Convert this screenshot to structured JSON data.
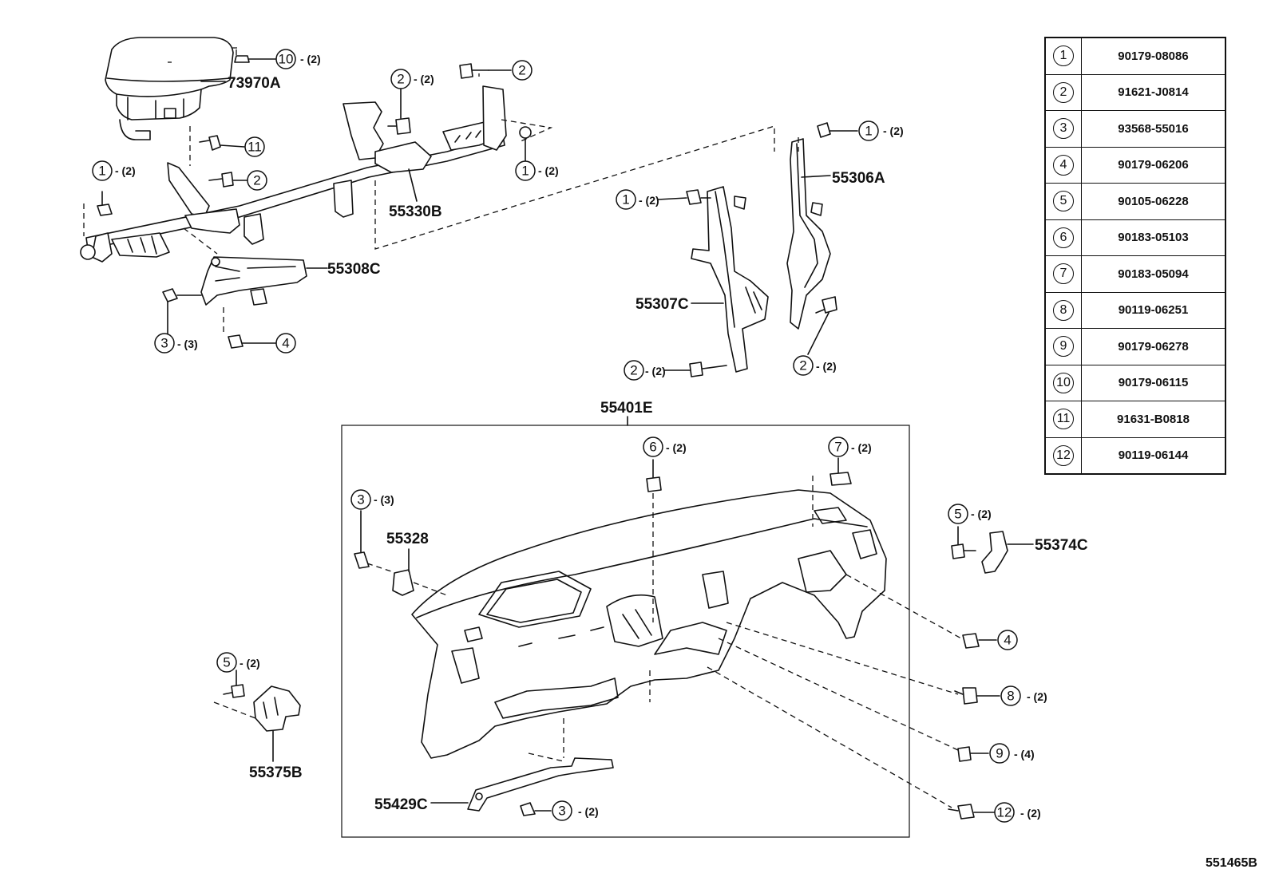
{
  "diagram_ref": "551465B",
  "parts": {
    "p73970A": "73970A",
    "p55330B": "55330B",
    "p55306A": "55306A",
    "p55308C": "55308C",
    "p55307C": "55307C",
    "p55401E": "55401E",
    "p55328": "55328",
    "p55374C": "55374C",
    "p55375B": "55375B",
    "p55429C": "55429C"
  },
  "qty": {
    "q2": "- (2)",
    "q3": "- (3)",
    "q4": "- (4)"
  },
  "callout_numbers": {
    "c1": "1",
    "c2": "2",
    "c3": "3",
    "c4": "4",
    "c5": "5",
    "c6": "6",
    "c7": "7",
    "c8": "8",
    "c9": "9",
    "c10": "10",
    "c11": "11",
    "c12": "12"
  },
  "fastener_table": [
    {
      "key": "1",
      "part_no": "90179-08086"
    },
    {
      "key": "2",
      "part_no": "91621-J0814"
    },
    {
      "key": "3",
      "part_no": "93568-55016"
    },
    {
      "key": "4",
      "part_no": "90179-06206"
    },
    {
      "key": "5",
      "part_no": "90105-06228"
    },
    {
      "key": "6",
      "part_no": "90183-05103"
    },
    {
      "key": "7",
      "part_no": "90183-05094"
    },
    {
      "key": "8",
      "part_no": "90119-06251"
    },
    {
      "key": "9",
      "part_no": "90179-06278"
    },
    {
      "key": "10",
      "part_no": "90179-06115"
    },
    {
      "key": "11",
      "part_no": "91631-B0818"
    },
    {
      "key": "12",
      "part_no": "90119-06144"
    }
  ]
}
